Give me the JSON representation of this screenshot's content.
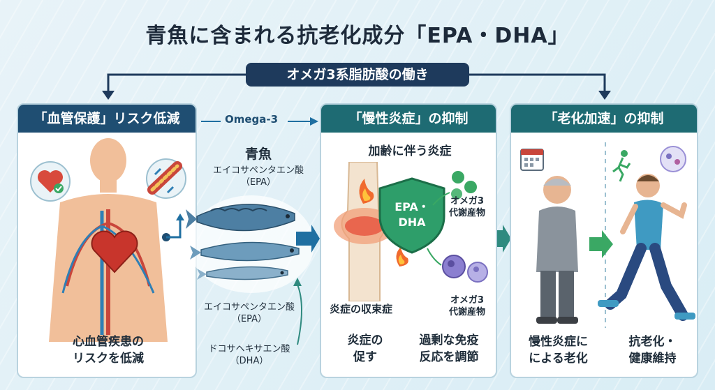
{
  "title": "青魚に含まれる抗老化成分「EPA・DHA」",
  "center_pill": "オメガ3系脂肪酸の働き",
  "connector_label": "Omega-3",
  "panel_left": {
    "header": "「血管保護」リスク低減",
    "caption_line1": "心血管疾患の",
    "caption_line2": "リスクを低減"
  },
  "fish_column": {
    "title": "青魚",
    "label_top_line1": "エイコサペンタエン酸",
    "label_top_line2": "（EPA）",
    "label_mid_line1": "エイコサペンタエン酸",
    "label_mid_line2": "（EPA）",
    "label_bottom_line1": "ドコサヘキサエン酸",
    "label_bottom_line2": "（DHA）"
  },
  "panel_middle": {
    "header": "「慢性炎症」の抑制",
    "subtitle": "加齢に伴う炎症",
    "shield_line1": "EPA・",
    "shield_line2": "DHA",
    "metabolite_a_line1": "オメガ3",
    "metabolite_a_line2": "代謝産物",
    "metabolite_b_line1": "オメガ3",
    "metabolite_b_line2": "代謝産物",
    "resolution_label": "炎症の収束症",
    "bottom_left_line1": "炎症の",
    "bottom_left_line2": "促す",
    "bottom_right_line1": "過剰な免疫",
    "bottom_right_line2": "反応を調節"
  },
  "panel_right": {
    "header": "「老化加速」の抑制",
    "left_caption_line1": "慢性炎症に",
    "left_caption_line2": "による老化",
    "right_caption_line1": "抗老化・",
    "right_caption_line2": "健康維持"
  },
  "colors": {
    "navy": "#1e3a5c",
    "teal": "#1e6b73",
    "panel_blue": "#1f4e72",
    "shield_green": "#2e9e6a"
  }
}
